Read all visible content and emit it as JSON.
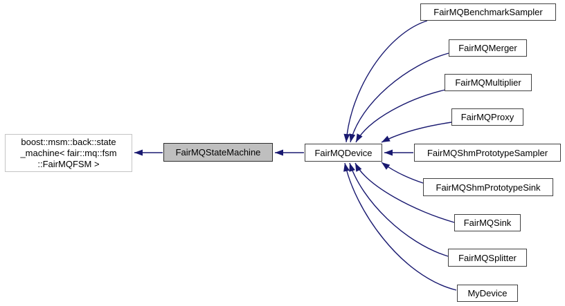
{
  "colors": {
    "edge": "#191970",
    "box_border": "#404040",
    "current_class_fill": "#bfbfbf",
    "external_box_border": "#c4c4c4",
    "background": "#ffffff",
    "text": "#000000"
  },
  "graph": {
    "base_class": {
      "label": "boost::msm::back::state_machine< fair::mq::fsm ::FairMQFSM >",
      "lines": [
        "boost::msm::back::state",
        "_machine< fair::mq::fsm",
        "::FairMQFSM >"
      ]
    },
    "current_class": {
      "label": "FairMQStateMachine"
    },
    "middle_class": {
      "label": "FairMQDevice"
    },
    "derived_classes": [
      {
        "label": "FairMQBenchmarkSampler"
      },
      {
        "label": "FairMQMerger"
      },
      {
        "label": "FairMQMultiplier"
      },
      {
        "label": "FairMQProxy"
      },
      {
        "label": "FairMQShmPrototypeSampler"
      },
      {
        "label": "FairMQShmPrototypeSink"
      },
      {
        "label": "FairMQSink"
      },
      {
        "label": "FairMQSplitter"
      },
      {
        "label": "MyDevice"
      }
    ]
  }
}
